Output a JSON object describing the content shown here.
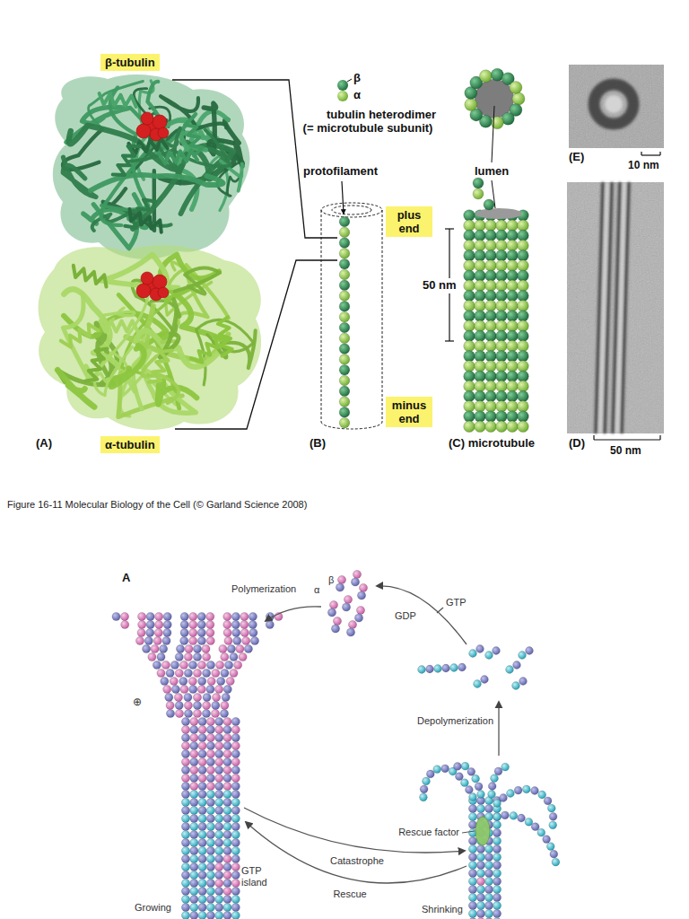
{
  "diagram": {
    "caption": "Figure 16-11 Molecular Biology of the Cell (© Garland Science 2008)",
    "nodes": [
      {
        "text": [
          "β-tubulin"
        ]
      },
      {
        "text": [
          "plus end"
        ]
      },
      {
        "text": [
          "minus end"
        ]
      },
      {
        "text": [
          "α-tubulin"
        ]
      }
    ],
    "labels": [
      "β",
      "α",
      "tubulin heterodimer (= microtubule subunit)",
      "protofilament",
      "lumen",
      "(E)",
      "10 nm",
      "50 nm",
      "(A)",
      "(B)",
      "(C) microtubule",
      "(D)",
      "50 nm",
      "A",
      "Polymerization",
      "α",
      "β",
      "GTP",
      "GDP",
      "⊕",
      "Depolymerization",
      "Rescue factor",
      "Catastrophe",
      "Rescue",
      "GTP island",
      "Growing",
      "Shrinking"
    ]
  }
}
